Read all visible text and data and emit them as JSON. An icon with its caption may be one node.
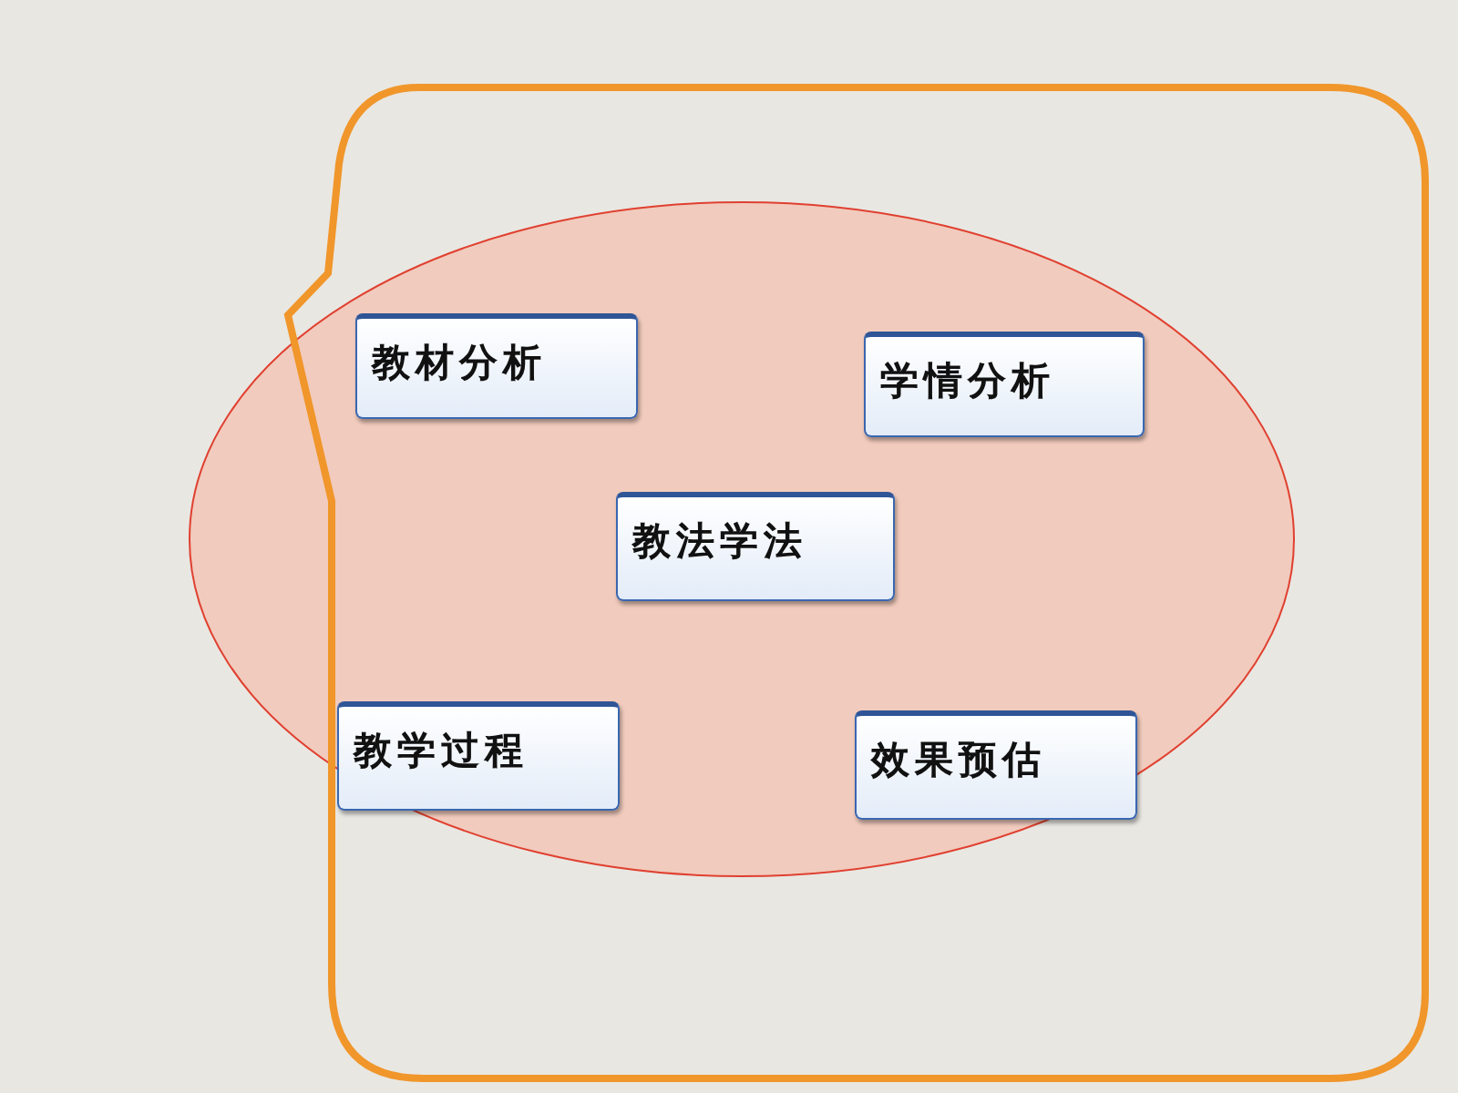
{
  "diagram": {
    "nodes": [
      {
        "text": [
          "教材分析"
        ]
      },
      {
        "text": [
          "学情分析"
        ]
      },
      {
        "text": [
          "教法学法"
        ]
      },
      {
        "text": [
          "教学过程"
        ]
      },
      {
        "text": [
          "效果预估"
        ]
      }
    ]
  }
}
